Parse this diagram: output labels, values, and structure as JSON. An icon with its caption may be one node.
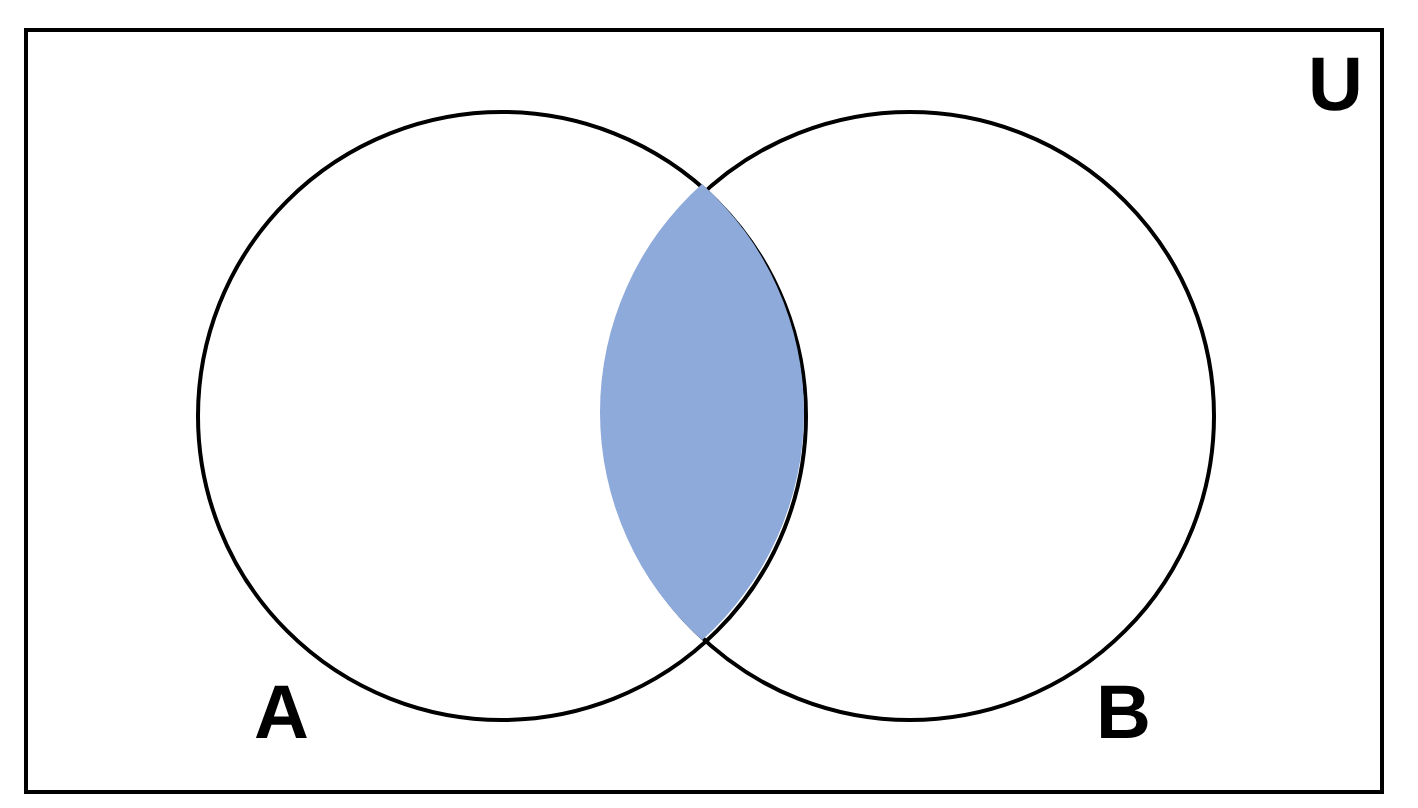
{
  "diagram": {
    "nodes": [
      {
        "text": [
          "U"
        ]
      },
      {
        "text": [
          "A"
        ],
        "in": 0
      },
      {
        "text": [
          "B"
        ],
        "in": 0
      },
      {
        "text": [],
        "shape": "lens"
      }
    ]
  }
}
